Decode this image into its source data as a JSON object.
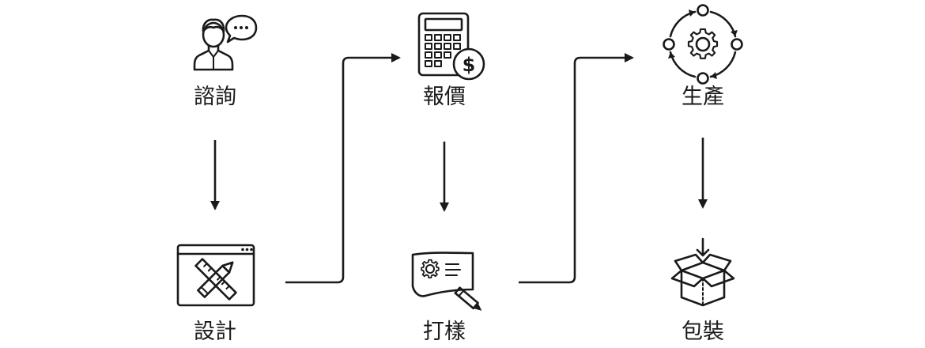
{
  "steps": {
    "consult": {
      "label": "諮詢",
      "icon": "consultant-speech-bubble-icon"
    },
    "design": {
      "label": "設計",
      "icon": "design-ruler-pencil-icon"
    },
    "quote": {
      "label": "報價",
      "icon": "calculator-dollar-icon"
    },
    "sample": {
      "label": "打樣",
      "icon": "sample-sketch-gear-icon"
    },
    "produce": {
      "label": "生產",
      "icon": "production-gear-cycle-icon"
    },
    "package": {
      "label": "包裝",
      "icon": "packaging-box-icon"
    }
  },
  "order": [
    "consult",
    "design",
    "quote",
    "sample",
    "produce",
    "package"
  ],
  "colors": {
    "ink": "#1a1a1a",
    "background": "#ffffff"
  }
}
